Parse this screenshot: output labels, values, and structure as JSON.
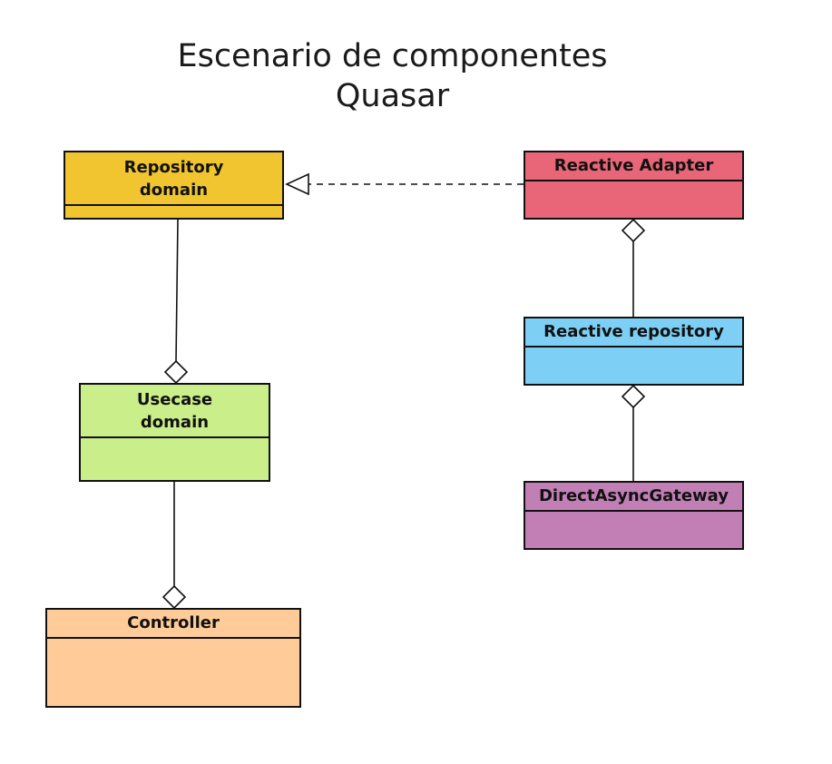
{
  "diagram": {
    "title_lines": [
      "Escenario de componentes",
      "Quasar"
    ],
    "classes": {
      "repository_domain": {
        "lines": [
          "Repository",
          "domain"
        ],
        "color": "#F0C530"
      },
      "reactive_adapter": {
        "lines": [
          "Reactive Adapter"
        ],
        "color": "#E86677"
      },
      "reactive_repository": {
        "lines": [
          "Reactive repository"
        ],
        "color": "#7DCFF5"
      },
      "usecase_domain": {
        "lines": [
          "Usecase",
          "domain"
        ],
        "color": "#C9EE8A"
      },
      "direct_async_gateway": {
        "lines": [
          "DirectAsyncGateway"
        ],
        "color": "#C17FB6"
      },
      "controller": {
        "lines": [
          "Controller"
        ],
        "color": "#FFCC99"
      }
    },
    "relations": [
      {
        "from": "reactive_adapter",
        "to": "repository_domain",
        "kind": "realization"
      },
      {
        "from": "repository_domain",
        "to": "usecase_domain",
        "kind": "aggregation"
      },
      {
        "from": "usecase_domain",
        "to": "controller",
        "kind": "aggregation"
      },
      {
        "from": "reactive_repository",
        "to": "reactive_adapter",
        "kind": "aggregation"
      },
      {
        "from": "direct_async_gateway",
        "to": "reactive_repository",
        "kind": "aggregation"
      }
    ]
  }
}
